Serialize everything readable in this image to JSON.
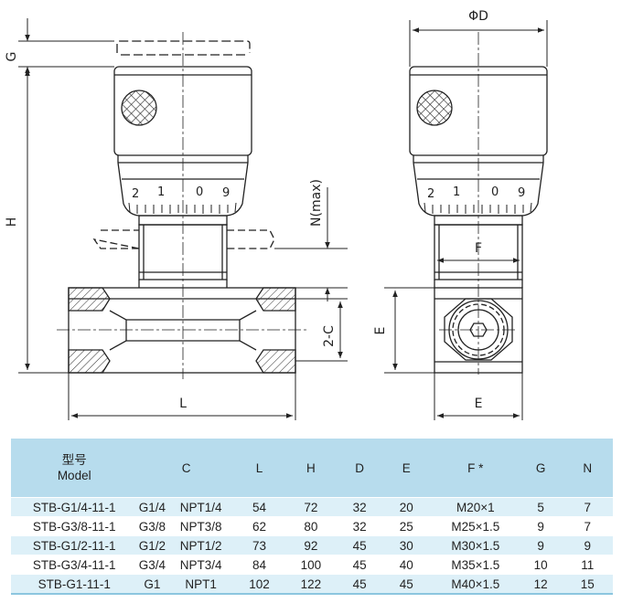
{
  "drawing": {
    "front_view": {
      "dim_G": "G",
      "dim_H": "H",
      "dim_N": "N(max)",
      "dim_2C": "2-C",
      "dim_L": "L",
      "dial_digits": [
        "2",
        "1",
        "0",
        "9"
      ]
    },
    "side_view": {
      "dim_D": "ΦD",
      "dim_F": "F",
      "dim_E_vertical": "E",
      "dim_E_horizontal": "E",
      "dial_digits": [
        "2",
        "1",
        "0",
        "9"
      ]
    }
  },
  "table": {
    "header_cn": "型号",
    "header_model": "Model",
    "columns": [
      "C",
      "L",
      "H",
      "D",
      "E",
      "F *",
      "G",
      "N"
    ],
    "rows": [
      {
        "model": "STB-G1/4-11-1",
        "c1": "G1/4",
        "c2": "NPT1/4",
        "L": "54",
        "H": "72",
        "D": "32",
        "E": "20",
        "F": "M20×1",
        "G": "5",
        "N": "7"
      },
      {
        "model": "STB-G3/8-11-1",
        "c1": "G3/8",
        "c2": "NPT3/8",
        "L": "62",
        "H": "80",
        "D": "32",
        "E": "25",
        "F": "M25×1.5",
        "G": "9",
        "N": "7"
      },
      {
        "model": "STB-G1/2-11-1",
        "c1": "G1/2",
        "c2": "NPT1/2",
        "L": "73",
        "H": "92",
        "D": "45",
        "E": "30",
        "F": "M30×1.5",
        "G": "9",
        "N": "9"
      },
      {
        "model": "STB-G3/4-11-1",
        "c1": "G3/4",
        "c2": "NPT3/4",
        "L": "84",
        "H": "100",
        "D": "45",
        "E": "40",
        "F": "M35×1.5",
        "G": "10",
        "N": "11"
      },
      {
        "model": "STB-G1-11-1",
        "c1": "G1",
        "c2": "NPT1",
        "L": "102",
        "H": "122",
        "D": "45",
        "E": "45",
        "F": "M40×1.5",
        "G": "12",
        "N": "15"
      }
    ]
  },
  "colors": {
    "header_bg": "#b7dced",
    "row_alt_bg": "#ddf0f8",
    "line": "#222222"
  }
}
